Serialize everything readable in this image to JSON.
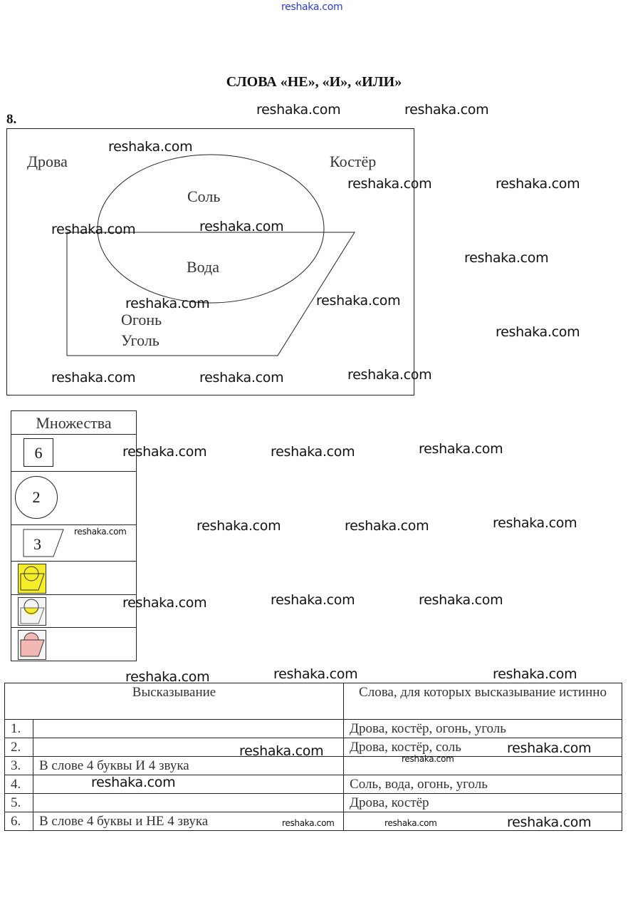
{
  "watermark": "reshaka.com",
  "title": "СЛОВА «НЕ», «И», «ИЛИ»",
  "task_number": "8.",
  "diagram": {
    "labels": {
      "drova": "Дрова",
      "koster": "Костёр",
      "sol": "Соль",
      "voda": "Вода",
      "ogon": "Огонь",
      "ugol": "Уголь"
    }
  },
  "legend": {
    "header": "Множества",
    "rect_count": "6",
    "circle_count": "2",
    "trapezoid_count": "3",
    "colors": {
      "yellow": "#f5ec2a",
      "pink": "#f4b8b4"
    }
  },
  "table": {
    "headers": [
      "Высказывание",
      "Слова, для которых высказывание истинно"
    ],
    "rows": [
      {
        "n": "1.",
        "statement": "",
        "words": "Дрова, костёр, огонь, уголь"
      },
      {
        "n": "2.",
        "statement": "",
        "words": "Дрова, костёр, соль"
      },
      {
        "n": "3.",
        "statement": "В слове 4 буквы И 4 звука",
        "words": ""
      },
      {
        "n": "4.",
        "statement": "",
        "words": "Соль, вода, огонь, уголь"
      },
      {
        "n": "5.",
        "statement": "",
        "words": "Дрова, костёр"
      },
      {
        "n": "6.",
        "statement": "В слове 4 буквы и НЕ 4 звука",
        "words": ""
      }
    ]
  }
}
